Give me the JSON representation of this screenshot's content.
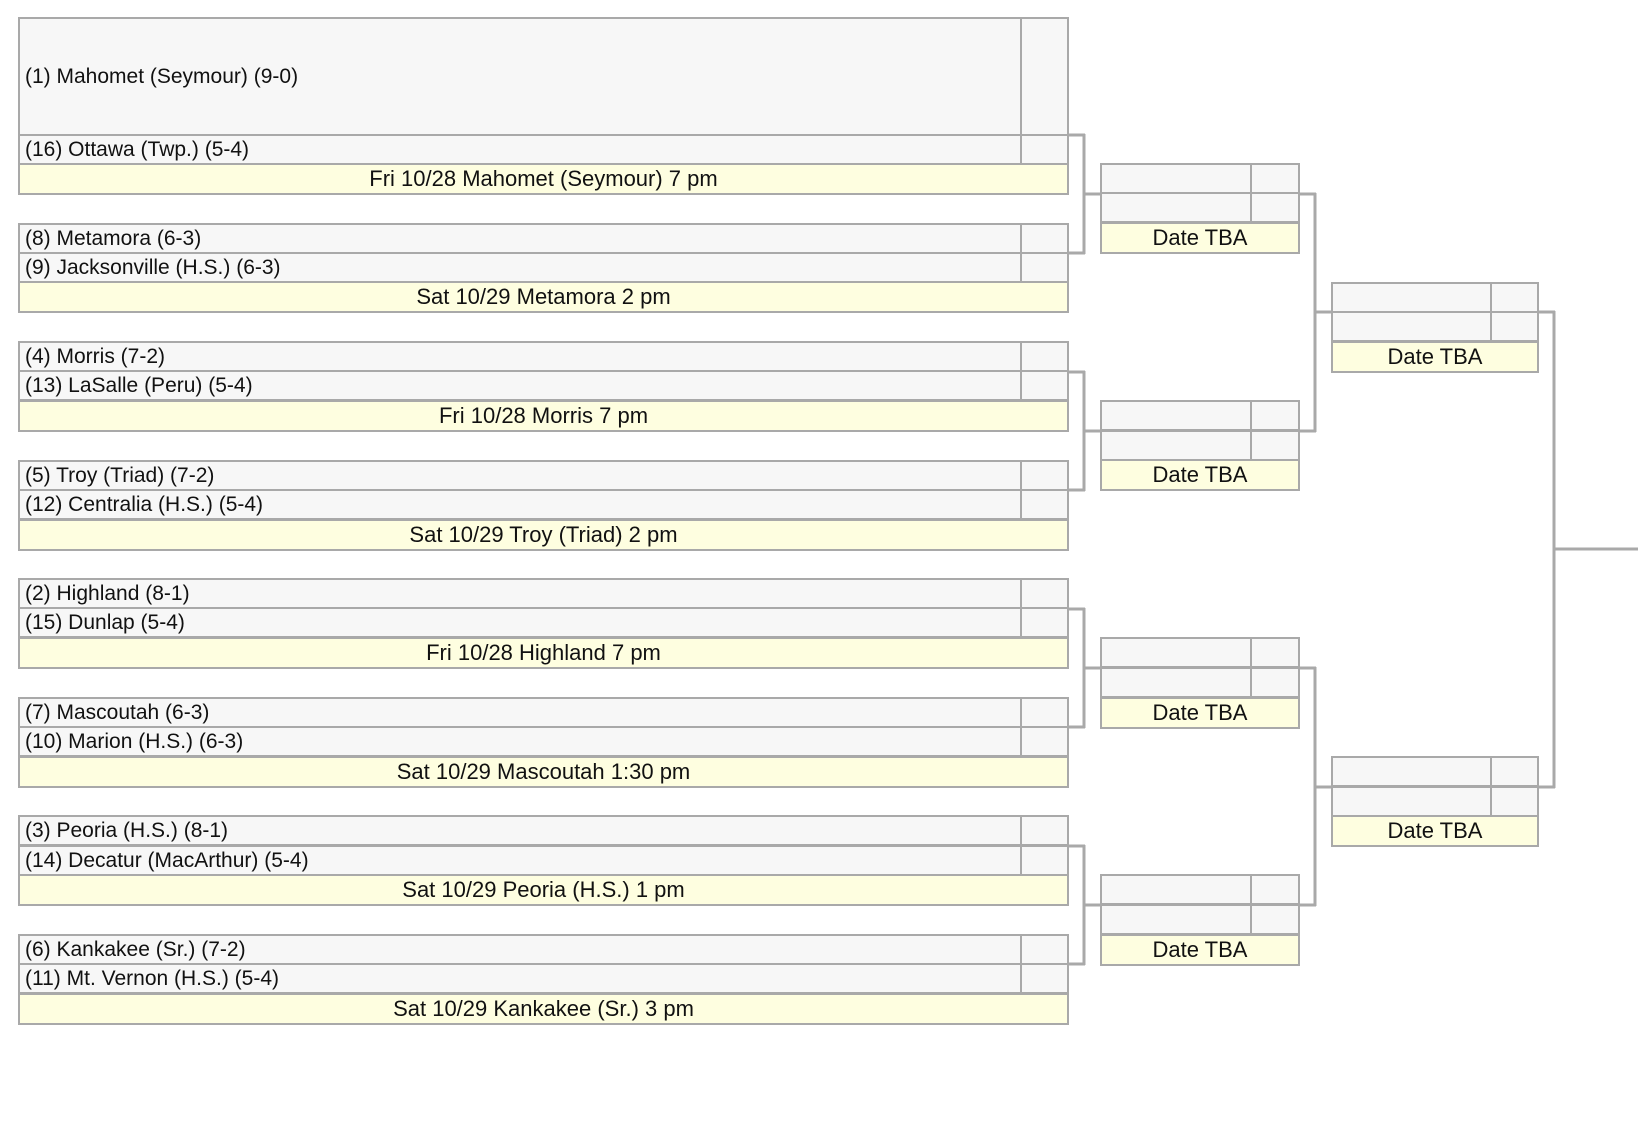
{
  "round1": [
    {
      "team1": "(1) Mahomet (Seymour) (9-0)",
      "team2": "(16) Ottawa (Twp.) (5-4)",
      "info": "Fri 10/28 Mahomet (Seymour) 7 pm"
    },
    {
      "team1": "(8) Metamora (6-3)",
      "team2": "(9) Jacksonville (H.S.) (6-3)",
      "info": "Sat 10/29 Metamora 2 pm"
    },
    {
      "team1": "(4) Morris (7-2)",
      "team2": "(13) LaSalle (Peru) (5-4)",
      "info": "Fri 10/28 Morris 7 pm"
    },
    {
      "team1": "(5) Troy (Triad) (7-2)",
      "team2": "(12) Centralia (H.S.) (5-4)",
      "info": "Sat 10/29 Troy (Triad) 2 pm"
    },
    {
      "team1": "(2) Highland (8-1)",
      "team2": "(15) Dunlap (5-4)",
      "info": "Fri 10/28 Highland 7 pm"
    },
    {
      "team1": "(7) Mascoutah (6-3)",
      "team2": "(10) Marion (H.S.) (6-3)",
      "info": "Sat 10/29 Mascoutah 1:30 pm"
    },
    {
      "team1": "(3) Peoria (H.S.) (8-1)",
      "team2": "(14) Decatur (MacArthur) (5-4)",
      "info": "Sat 10/29 Peoria (H.S.) 1 pm"
    },
    {
      "team1": "(6) Kankakee (Sr.) (7-2)",
      "team2": "(11) Mt. Vernon (H.S.) (5-4)",
      "info": "Sat 10/29 Kankakee (Sr.) 3 pm"
    }
  ],
  "round2": [
    {
      "info": "Date TBA"
    },
    {
      "info": "Date TBA"
    },
    {
      "info": "Date TBA"
    },
    {
      "info": "Date TBA"
    }
  ],
  "round3": [
    {
      "info": "Date TBA"
    },
    {
      "info": "Date TBA"
    }
  ]
}
